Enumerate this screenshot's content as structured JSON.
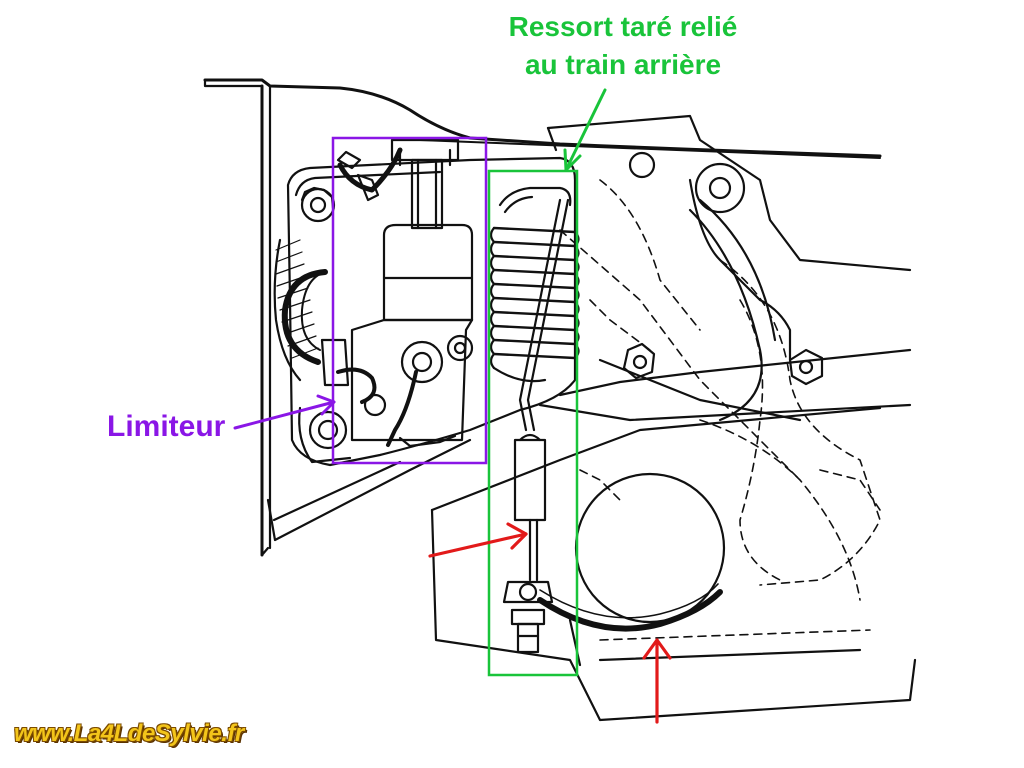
{
  "annotations": {
    "spring_label_line1": "Ressort taré relié",
    "spring_label_line2": "au train arrière",
    "limiter_label": "Limiteur"
  },
  "watermark": "www.La4LdeSylvie.fr",
  "colors": {
    "spring_highlight": "#19c43a",
    "limiter_highlight": "#8a16e6",
    "arrows": "#e21a1a",
    "line_art": "#111111",
    "watermark": "#f3c51a"
  }
}
